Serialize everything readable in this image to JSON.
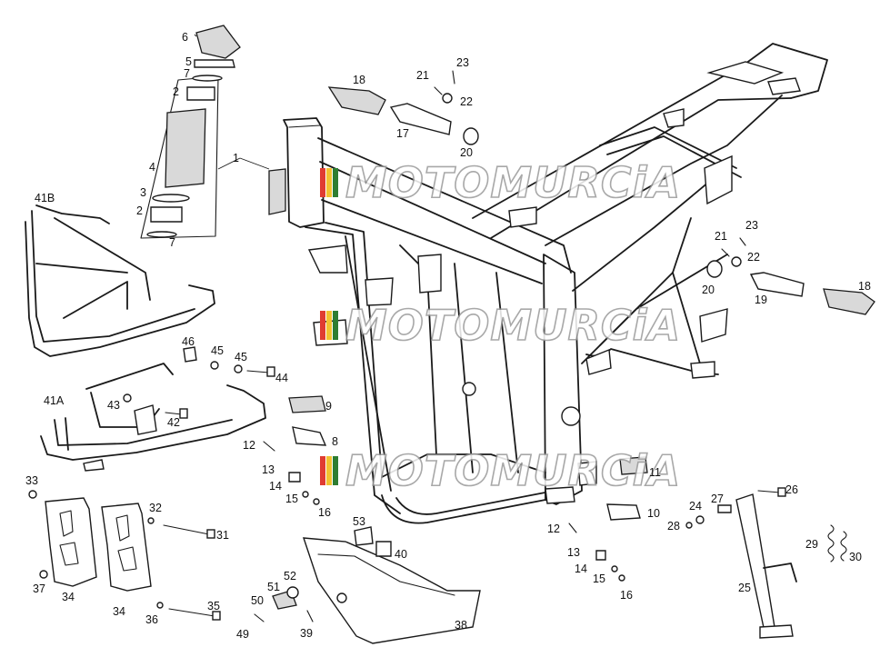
{
  "watermark": {
    "text": "MOTOMURCiA",
    "colors": [
      "#e03c31",
      "#f2c230",
      "#2e7d32"
    ]
  },
  "callouts": {
    "c1": "1",
    "c2a": "2",
    "c2b": "2",
    "c3": "3",
    "c4": "4",
    "c5": "5",
    "c6": "6",
    "c7a": "7",
    "c7b": "7",
    "c8": "8",
    "c9": "9",
    "c10": "10",
    "c11": "11",
    "c12a": "12",
    "c12b": "12",
    "c13a": "13",
    "c13b": "13",
    "c14a": "14",
    "c14b": "14",
    "c15a": "15",
    "c15b": "15",
    "c16a": "16",
    "c16b": "16",
    "c17": "17",
    "c18a": "18",
    "c18b": "18",
    "c19": "19",
    "c20a": "20",
    "c20b": "20",
    "c21a": "21",
    "c21b": "21",
    "c22a": "22",
    "c22b": "22",
    "c23a": "23",
    "c23b": "23",
    "c24": "24",
    "c25": "25",
    "c26": "26",
    "c27": "27",
    "c28": "28",
    "c29": "29",
    "c30": "30",
    "c31": "31",
    "c32": "32",
    "c33": "33",
    "c34a": "34",
    "c34b": "34",
    "c35": "35",
    "c36": "36",
    "c37": "37",
    "c38": "38",
    "c39": "39",
    "c40": "40",
    "c41a": "41A",
    "c41b": "41B",
    "c42": "42",
    "c43": "43",
    "c44": "44",
    "c45a": "45",
    "c45b": "45",
    "c46": "46",
    "c49": "49",
    "c50": "50",
    "c51": "51",
    "c52": "52",
    "c53": "53"
  }
}
